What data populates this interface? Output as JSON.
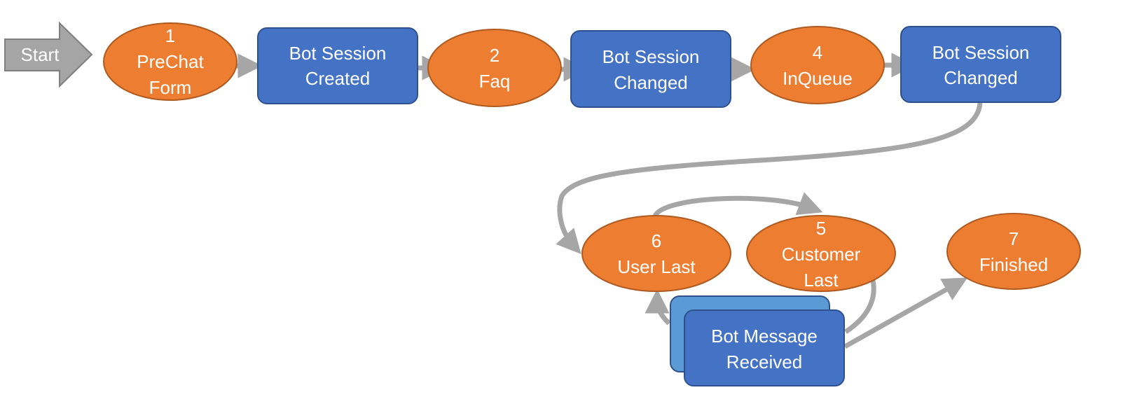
{
  "colors": {
    "state": "#ED7D31",
    "state_border": "#AE5A21",
    "event": "#4472C4",
    "event_back": "#5B9BD5",
    "event_border": "#2F528F",
    "connector": "#A6A6A6",
    "start": "#A5A5A5",
    "label": "#FFFFFF"
  },
  "start": {
    "label": "Start"
  },
  "states": {
    "prechat": {
      "number": "1",
      "label_line1": "PreChat",
      "label_line2": "Form"
    },
    "faq": {
      "number": "2",
      "label": "Faq"
    },
    "inqueue": {
      "number": "4",
      "label": "InQueue"
    },
    "user_last": {
      "number": "6",
      "label": "User Last"
    },
    "customer_last": {
      "number": "5",
      "label_line1": "Customer",
      "label_line2": "Last"
    },
    "finished": {
      "number": "7",
      "label": "Finished"
    }
  },
  "events": {
    "session_created": {
      "line1": "Bot Session",
      "line2": "Created"
    },
    "session_changed_1": {
      "line1": "Bot Session",
      "line2": "Changed"
    },
    "session_changed_2": {
      "line1": "Bot Session",
      "line2": "Changed"
    },
    "message_received": {
      "line1": "Bot Message",
      "line2": "Received"
    }
  }
}
